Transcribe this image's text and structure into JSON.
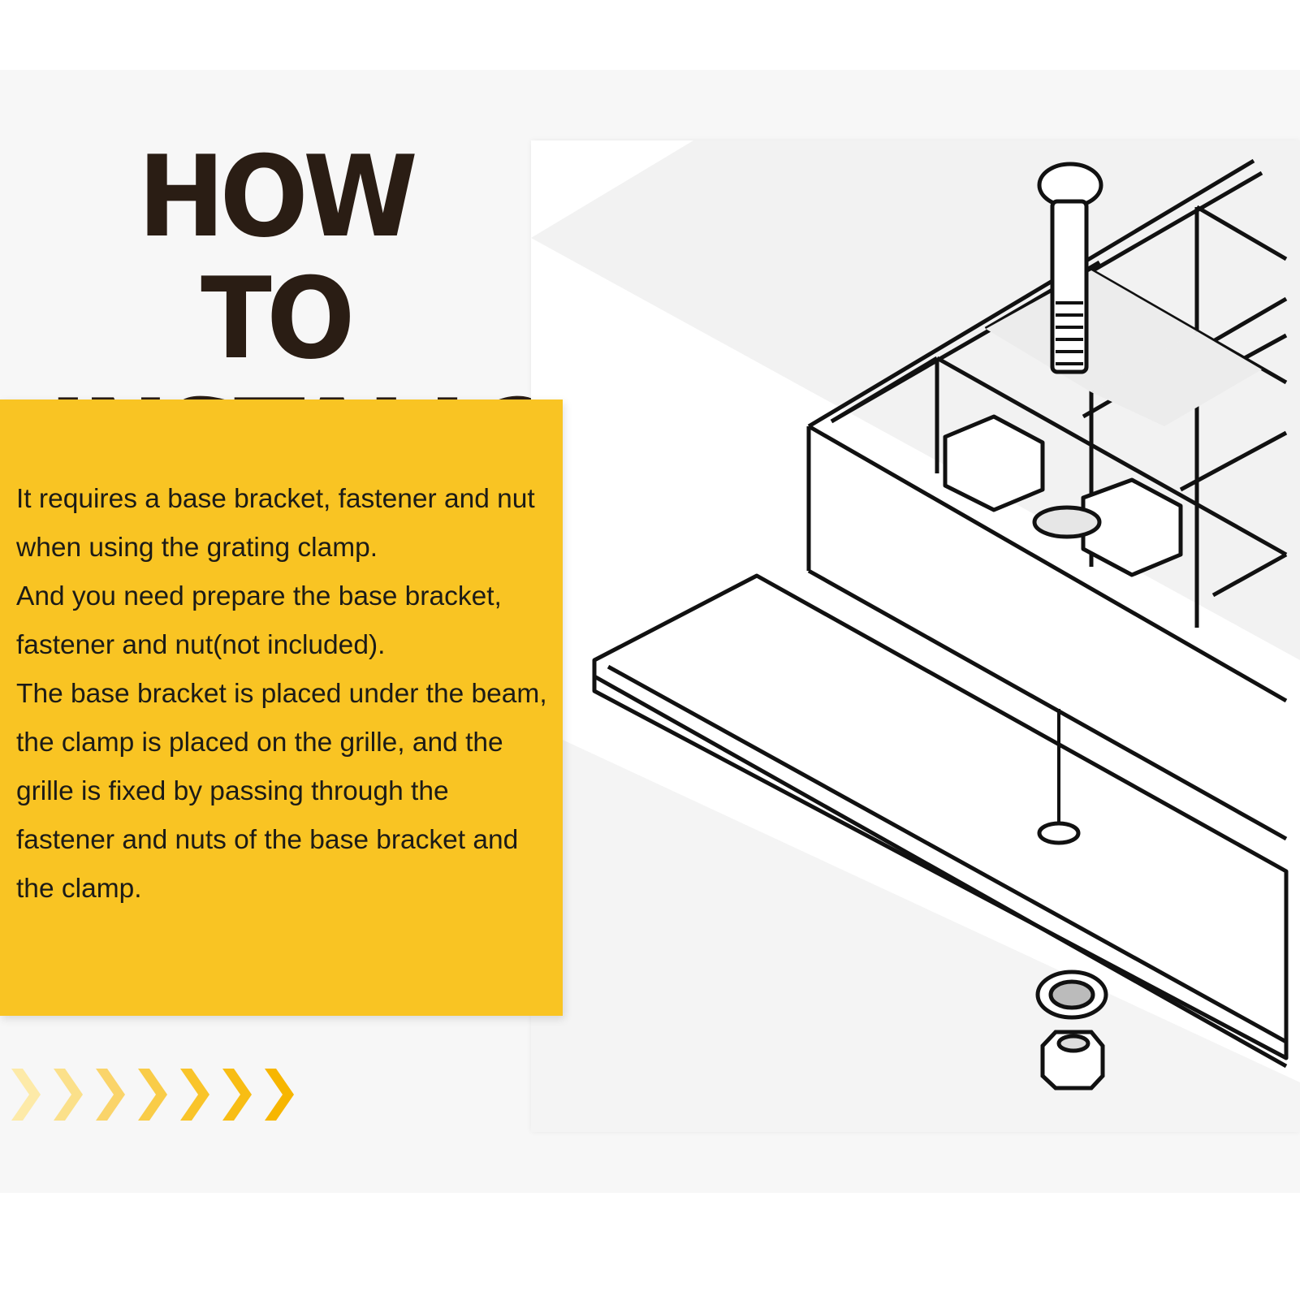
{
  "heading": {
    "line1": "HOW TO",
    "line2": "INSTALL?"
  },
  "description": {
    "paragraphs": [
      "It requires a base bracket, fastener and nut when using the grating clamp.",
      "And you need prepare the base bracket, fastener and nut(not included).",
      "The base bracket is placed under the beam, the clamp is placed on the grille, and the grille is fixed by passing through the fastener and nuts of the base bracket and the clamp."
    ]
  },
  "colors": {
    "accent_yellow": "#f9c423",
    "heading_brown": "#2a1d14",
    "text_dark": "#1c1b17"
  },
  "icons": {
    "decoration": "chevron-right-icon",
    "illustration": "grating-clamp-installation-drawing"
  }
}
